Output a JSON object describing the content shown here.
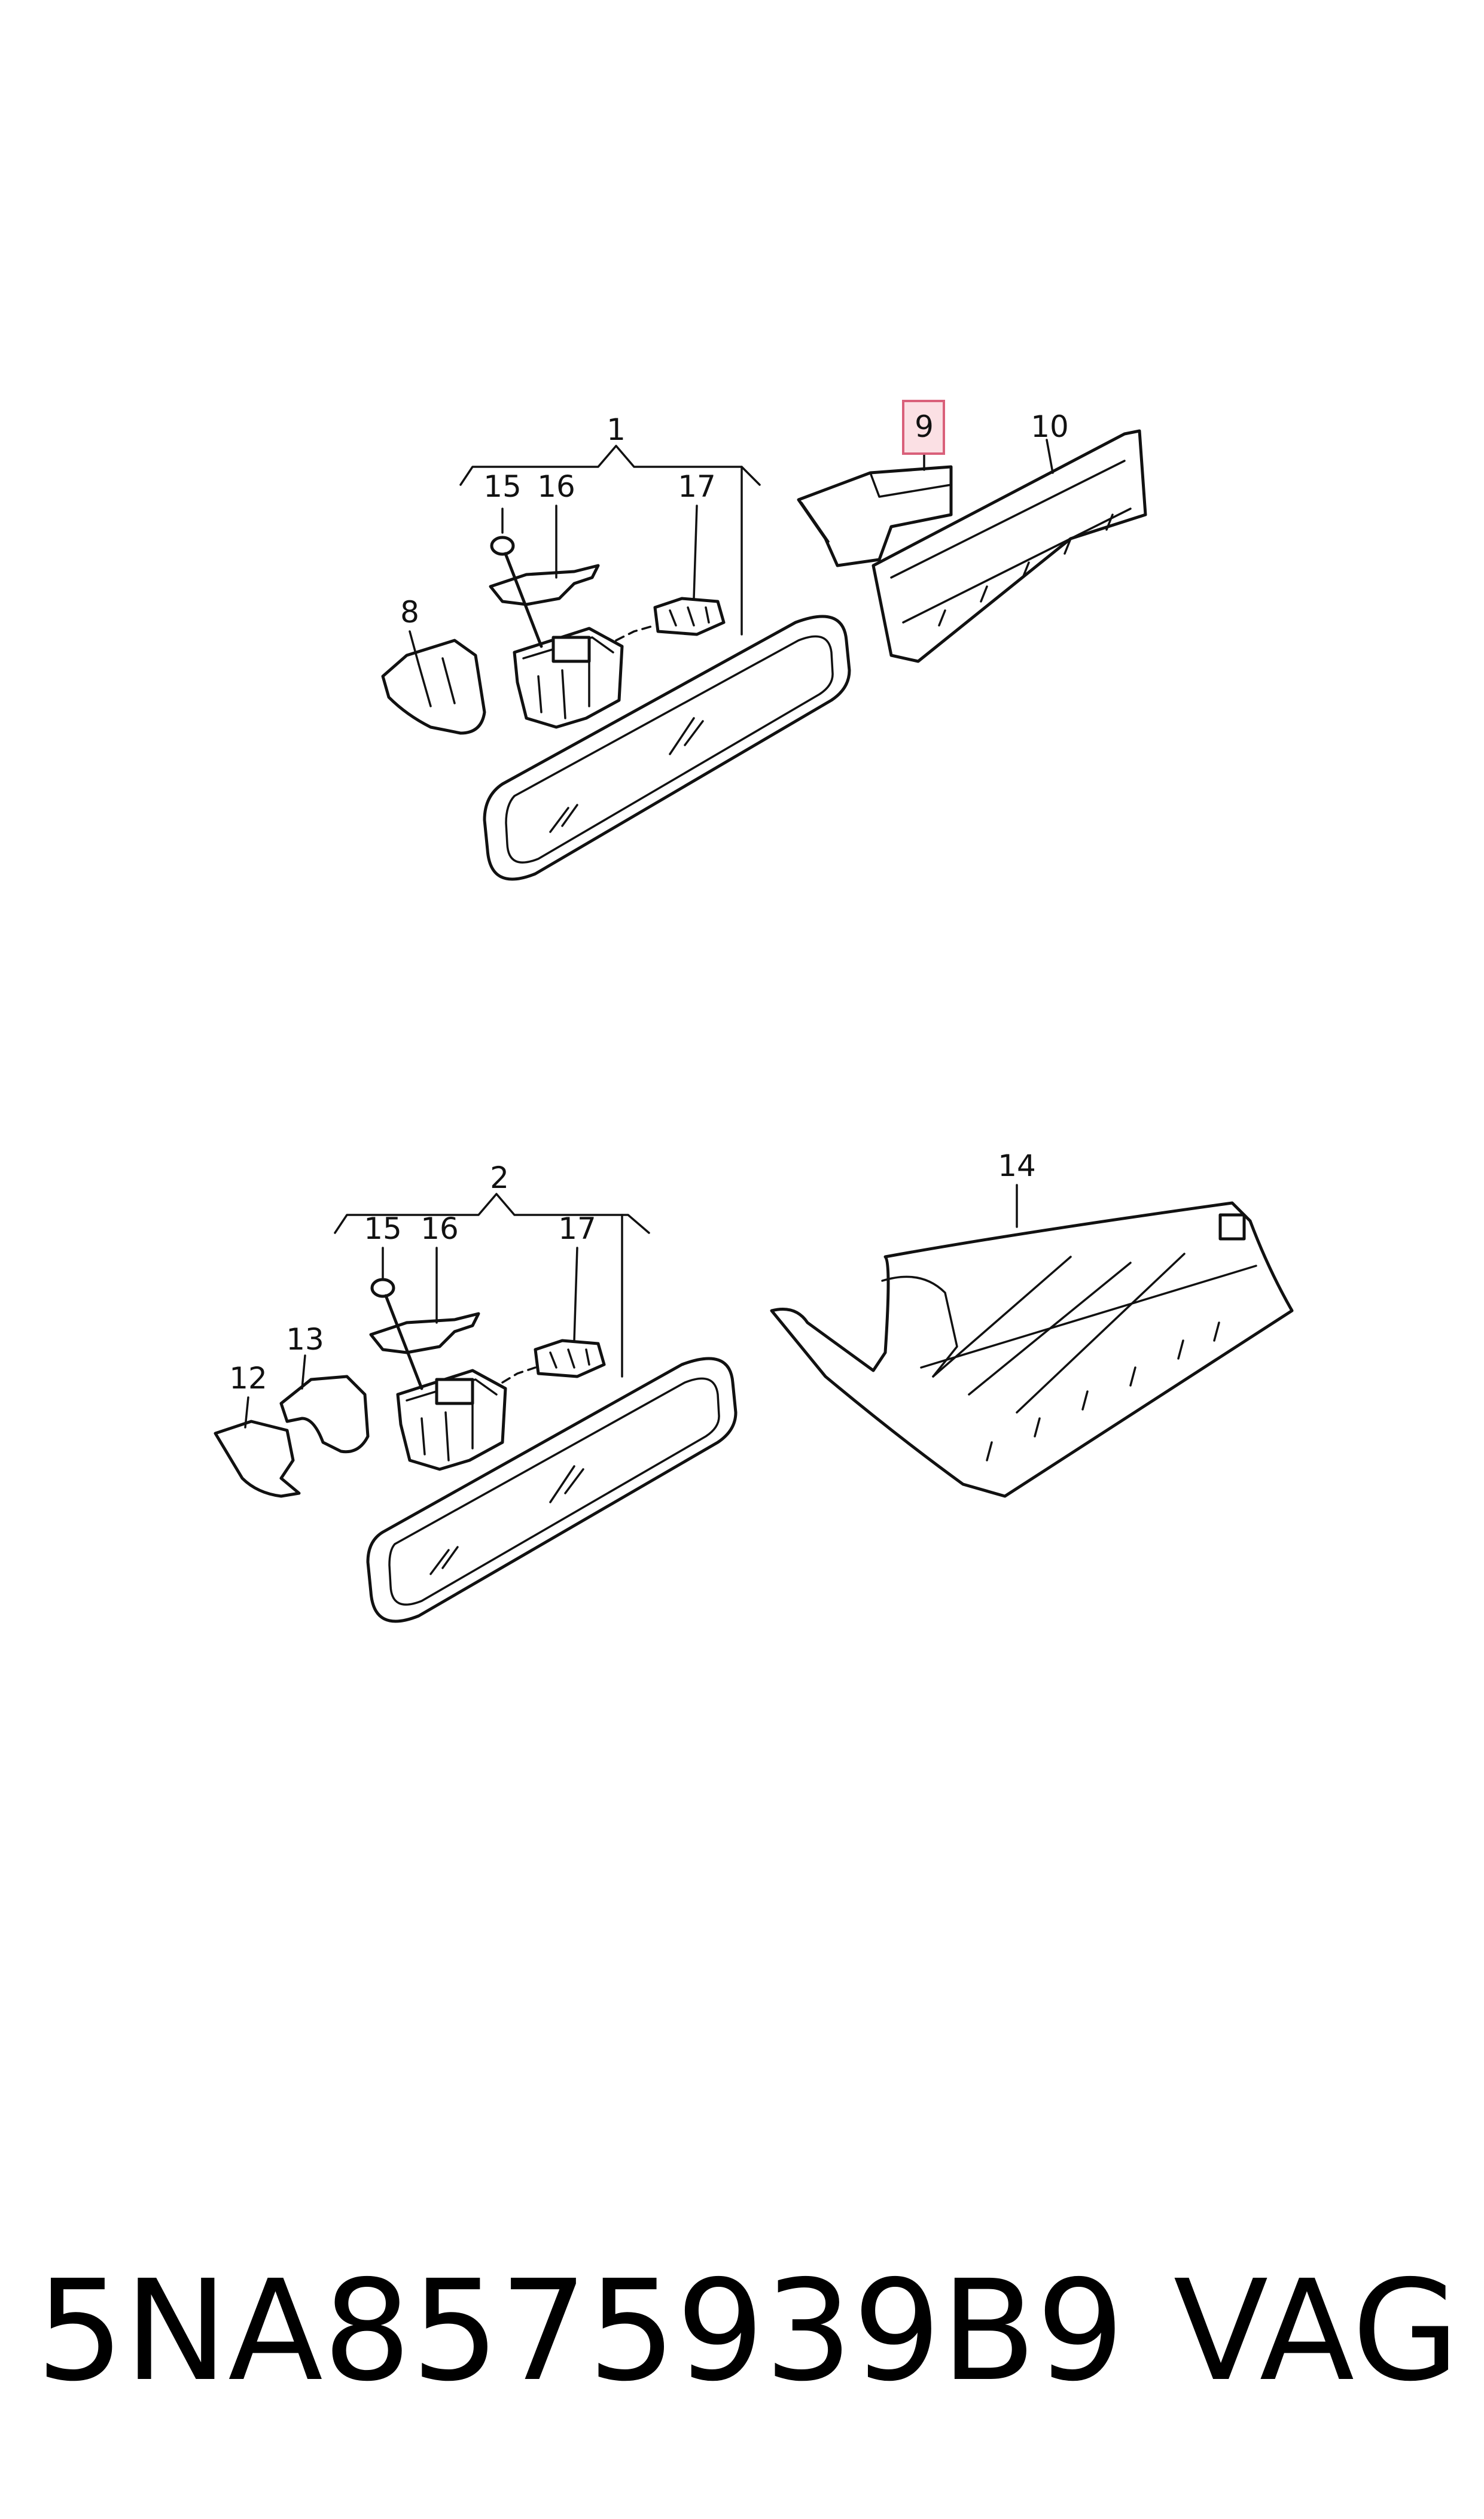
{
  "diagram": {
    "callouts": {
      "group1": "1",
      "group2": "2",
      "item8": "8",
      "item9": "9",
      "item10": "10",
      "item12": "12",
      "item13": "13",
      "item14": "14",
      "top15": "15",
      "top16": "16",
      "top17": "17",
      "bottom15": "15",
      "bottom16": "16",
      "bottom17": "17"
    },
    "highlighted_callout": "9",
    "highlight_color": "#fbe0e4"
  },
  "footer": {
    "part_number": "5NA8575939B9",
    "brand": "VAG"
  }
}
